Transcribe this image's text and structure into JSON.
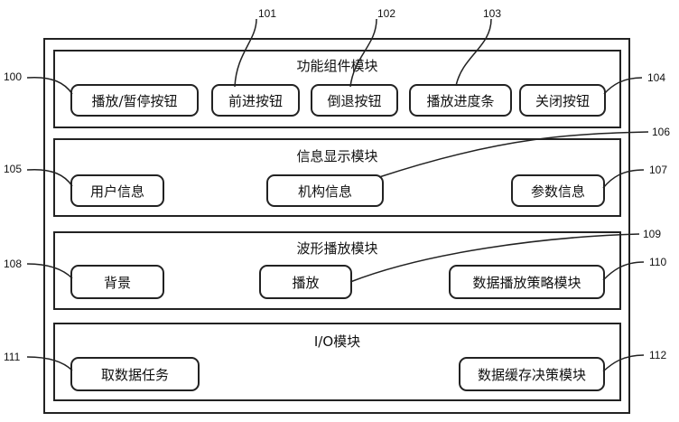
{
  "modules": {
    "function_components": {
      "title": "功能组件模块",
      "items": {
        "play_pause": "播放/暂停按钮",
        "forward": "前进按钮",
        "backward": "倒退按钮",
        "progress_bar": "播放进度条",
        "close": "关闭按钮"
      }
    },
    "info_display": {
      "title": "信息显示模块",
      "items": {
        "user_info": "用户信息",
        "org_info": "机构信息",
        "param_info": "参数信息"
      }
    },
    "waveform_playback": {
      "title": "波形播放模块",
      "items": {
        "background": "背景",
        "play": "播放",
        "data_play_strategy": "数据播放策略模块"
      }
    },
    "io": {
      "title": "I/O模块",
      "items": {
        "fetch_task": "取数据任务",
        "cache_decision": "数据缓存决策模块"
      }
    }
  },
  "refs": {
    "r100": "100",
    "r101": "101",
    "r102": "102",
    "r103": "103",
    "r104": "104",
    "r105": "105",
    "r106": "106",
    "r107": "107",
    "r108": "108",
    "r109": "109",
    "r110": "110",
    "r111": "111",
    "r112": "112"
  }
}
